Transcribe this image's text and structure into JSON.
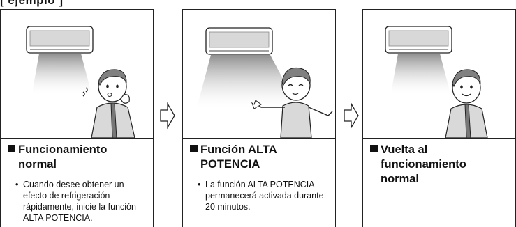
{
  "header": "[ ejemplo ]",
  "panels": [
    {
      "title_line1": "Funcionamiento",
      "title_line2": "normal",
      "title_line3": "",
      "bullet": "Cuando desee obtener un efecto de refrigeración rápidamente, inicie la función ALTA POTENCIA.",
      "person_state": "hot-fanning"
    },
    {
      "title_line1": "Función ALTA",
      "title_line2": "POTENCIA",
      "title_line3": "",
      "bullet": "La función ALTA POTENCIA permanecerá activada durante 20 minutos.",
      "person_state": "enjoying-cool-air"
    },
    {
      "title_line1": "Vuelta al",
      "title_line2": "funcionamiento",
      "title_line3": "normal",
      "bullet": "",
      "person_state": "comfortable-smiling"
    }
  ],
  "colors": {
    "airflow_dark": "#8f8f8f",
    "airflow_light": "#ffffff",
    "shirt": "#d9d9d9",
    "hair": "#808080",
    "tie": "#777777"
  },
  "icons": [
    "air-conditioner-icon",
    "right-arrow-icon"
  ]
}
